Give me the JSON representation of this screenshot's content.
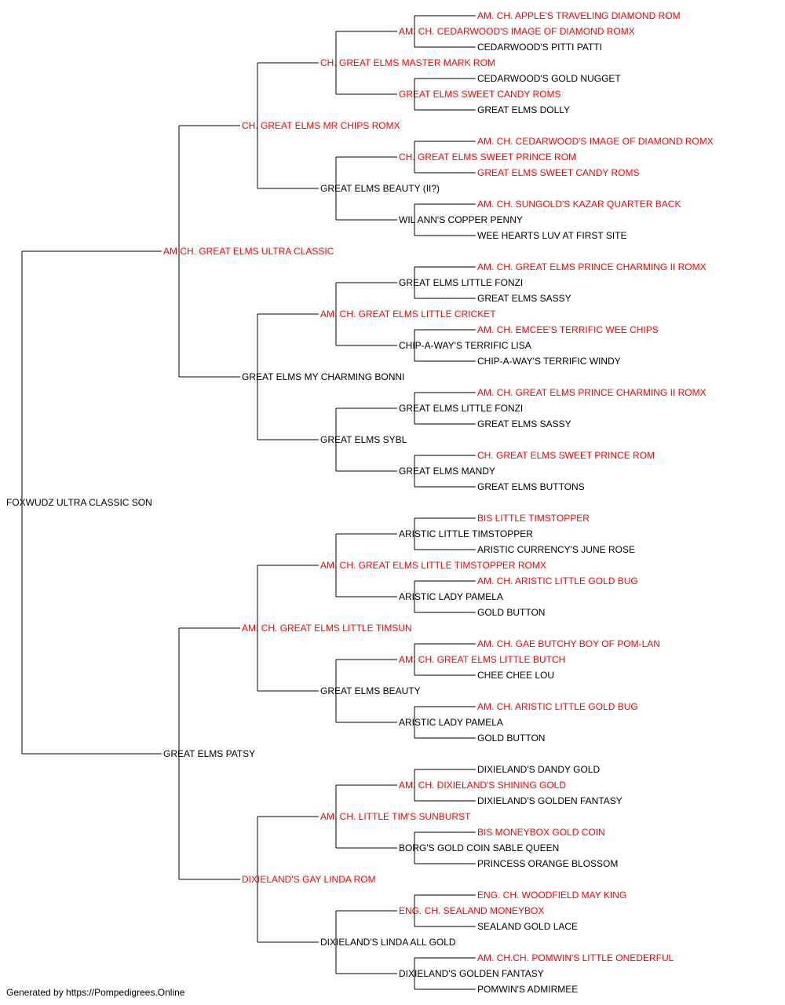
{
  "colors": {
    "titled": "#ff0000",
    "plain": "#000000",
    "connector": "#000000"
  },
  "pedigree": {
    "name": "FOXWUDZ ULTRA CLASSIC SON",
    "titled": false,
    "sire": {
      "name": "AM CH. GREAT ELMS ULTRA CLASSIC",
      "titled": true,
      "sire": {
        "name": "CH. GREAT ELMS MR CHIPS ROMX",
        "titled": true,
        "sire": {
          "name": "CH. GREAT ELMS MASTER MARK ROM",
          "titled": true,
          "sire": {
            "name": "AM. CH. CEDARWOOD'S IMAGE OF DIAMOND ROMX",
            "titled": true,
            "sire": {
              "name": "AM. CH. APPLE'S TRAVELING DIAMOND ROM",
              "titled": true
            },
            "dam": {
              "name": "CEDARWOOD'S PITTI PATTI",
              "titled": false
            }
          },
          "dam": {
            "name": "GREAT ELMS SWEET CANDY ROMS",
            "titled": true,
            "sire": {
              "name": "CEDARWOOD'S GOLD NUGGET",
              "titled": false
            },
            "dam": {
              "name": "GREAT ELMS DOLLY",
              "titled": false
            }
          }
        },
        "dam": {
          "name": "GREAT ELMS BEAUTY (II?)",
          "titled": false,
          "sire": {
            "name": "CH. GREAT ELMS SWEET PRINCE ROM",
            "titled": true,
            "sire": {
              "name": "AM. CH. CEDARWOOD'S IMAGE OF DIAMOND ROMX",
              "titled": true
            },
            "dam": {
              "name": "GREAT ELMS SWEET CANDY ROMS",
              "titled": true
            }
          },
          "dam": {
            "name": "WIL ANN'S COPPER PENNY",
            "titled": false,
            "sire": {
              "name": "AM. CH. SUNGOLD'S KAZAR QUARTER BACK",
              "titled": true
            },
            "dam": {
              "name": "WEE HEARTS LUV AT FIRST SITE",
              "titled": false
            }
          }
        }
      },
      "dam": {
        "name": "GREAT ELMS MY CHARMING BONNI",
        "titled": false,
        "sire": {
          "name": "AM. CH. GREAT ELMS LITTLE CRICKET",
          "titled": true,
          "sire": {
            "name": "GREAT ELMS LITTLE FONZI",
            "titled": false,
            "sire": {
              "name": "AM. CH. GREAT ELMS PRINCE CHARMING II ROMX",
              "titled": true
            },
            "dam": {
              "name": "GREAT ELMS SASSY",
              "titled": false
            }
          },
          "dam": {
            "name": "CHIP-A-WAY'S TERRIFIC LISA",
            "titled": false,
            "sire": {
              "name": "AM. CH. EMCEE'S TERRIFIC WEE CHIPS",
              "titled": true
            },
            "dam": {
              "name": "CHIP-A-WAY'S TERRIFIC WINDY",
              "titled": false
            }
          }
        },
        "dam": {
          "name": "GREAT ELMS SYBL",
          "titled": false,
          "sire": {
            "name": "GREAT ELMS LITTLE FONZI",
            "titled": false,
            "sire": {
              "name": "AM. CH. GREAT ELMS PRINCE CHARMING II ROMX",
              "titled": true
            },
            "dam": {
              "name": "GREAT ELMS SASSY",
              "titled": false
            }
          },
          "dam": {
            "name": "GREAT ELMS MANDY",
            "titled": false,
            "sire": {
              "name": "CH. GREAT ELMS SWEET PRINCE ROM",
              "titled": true
            },
            "dam": {
              "name": "GREAT ELMS BUTTONS",
              "titled": false
            }
          }
        }
      }
    },
    "dam": {
      "name": "GREAT ELMS PATSY",
      "titled": false,
      "sire": {
        "name": "AM. CH. GREAT ELMS LITTLE TIMSUN",
        "titled": true,
        "sire": {
          "name": "AM. CH. GREAT ELMS LITTLE TIMSTOPPER ROMX",
          "titled": true,
          "sire": {
            "name": "ARISTIC LITTLE TIMSTOPPER",
            "titled": false,
            "sire": {
              "name": "BIS LITTLE TIMSTOPPER",
              "titled": true
            },
            "dam": {
              "name": "ARISTIC CURRENCY'S JUNE ROSE",
              "titled": false
            }
          },
          "dam": {
            "name": "ARISTIC LADY PAMELA",
            "titled": false,
            "sire": {
              "name": "AM. CH. ARISTIC LITTLE GOLD BUG",
              "titled": true
            },
            "dam": {
              "name": "GOLD BUTTON",
              "titled": false
            }
          }
        },
        "dam": {
          "name": "GREAT ELMS BEAUTY",
          "titled": false,
          "sire": {
            "name": "AM. CH. GREAT ELMS LITTLE BUTCH",
            "titled": true,
            "sire": {
              "name": "AM. CH. GAE BUTCHY BOY OF POM-LAN",
              "titled": true
            },
            "dam": {
              "name": "CHEE CHEE LOU",
              "titled": false
            }
          },
          "dam": {
            "name": "ARISTIC LADY PAMELA",
            "titled": false,
            "sire": {
              "name": "AM. CH. ARISTIC LITTLE GOLD BUG",
              "titled": true
            },
            "dam": {
              "name": "GOLD BUTTON",
              "titled": false
            }
          }
        }
      },
      "dam": {
        "name": "DIXIELAND'S GAY LINDA ROM",
        "titled": true,
        "sire": {
          "name": "AM. CH. LITTLE TIM'S SUNBURST",
          "titled": true,
          "sire": {
            "name": "AM. CH. DIXIELAND'S SHINING GOLD",
            "titled": true,
            "sire": {
              "name": "DIXIELAND'S DANDY GOLD",
              "titled": false
            },
            "dam": {
              "name": "DIXIELAND'S GOLDEN FANTASY",
              "titled": false
            }
          },
          "dam": {
            "name": "BORG'S GOLD COIN SABLE QUEEN",
            "titled": false,
            "sire": {
              "name": "BIS MONEYBOX GOLD COIN",
              "titled": true
            },
            "dam": {
              "name": "PRINCESS ORANGE BLOSSOM",
              "titled": false
            }
          }
        },
        "dam": {
          "name": "DIXIELAND'S LINDA ALL GOLD",
          "titled": false,
          "sire": {
            "name": "ENG. CH. SEALAND MONEYBOX",
            "titled": true,
            "sire": {
              "name": "ENG. CH. WOODFIELD MAY KING",
              "titled": true
            },
            "dam": {
              "name": "SEALAND GOLD LACE",
              "titled": false
            }
          },
          "dam": {
            "name": "DIXIELAND'S GOLDEN FANTASY",
            "titled": false,
            "sire": {
              "name": "AM. CH.CH. POMWIN'S LITTLE ONEDERFUL",
              "titled": true
            },
            "dam": {
              "name": "POMWIN'S ADMIRMEE",
              "titled": false
            }
          }
        }
      }
    }
  },
  "footer": {
    "text": "Generated by https://Pompedigrees.Online"
  }
}
